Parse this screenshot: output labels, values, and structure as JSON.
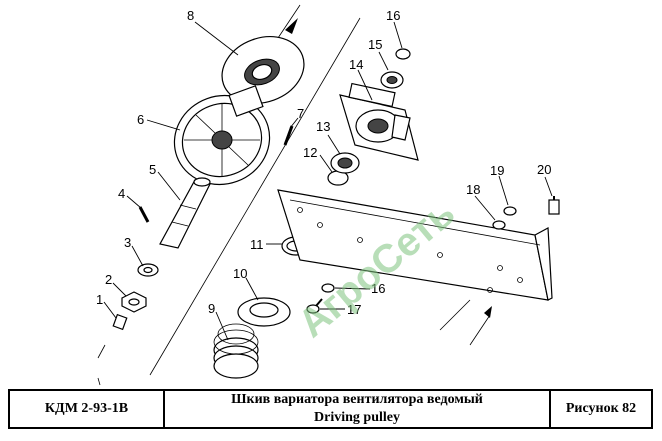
{
  "callouts": {
    "c1": "1",
    "c2": "2",
    "c3": "3",
    "c4": "4",
    "c5": "5",
    "c6": "6",
    "c7": "7",
    "c8": "8",
    "c9": "9",
    "c10": "10",
    "c11": "11",
    "c12": "12",
    "c13": "13",
    "c14": "14",
    "c15": "15",
    "c16a": "16",
    "c16b": "16",
    "c17": "17",
    "c18": "18",
    "c19": "19",
    "c20": "20"
  },
  "watermark": "АгроСеть",
  "title_block": {
    "code": "КДМ 2-93-1В",
    "name_ru": "Шкив вариатора вентилятора ведомый",
    "name_en": "Driving pulley",
    "figure": "Рисунок 82"
  }
}
